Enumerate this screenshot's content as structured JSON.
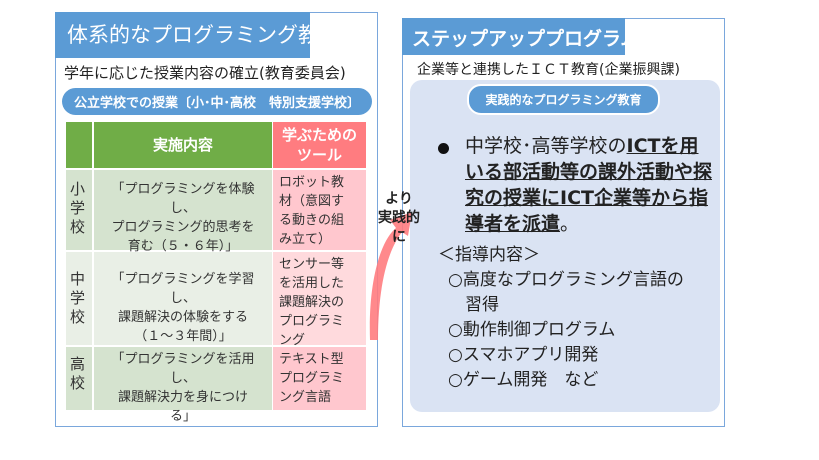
{
  "left": {
    "title": "体系的なプログラミング教育",
    "subtitle": "学年に応じた授業内容の確立(教育委員会)",
    "pill": "公立学校での授業〔小･中･高校　特別支援学校〕",
    "table": {
      "headers": [
        "",
        "実施内容",
        "学ぶための\nツール"
      ],
      "rows": [
        {
          "level": "小\n学\n校",
          "content": "「プログラミングを体験し、\nプログラミング的思考を\n育む（５・６年）」",
          "tool": "ロボット教\n材（意図す\nる動きの組\nみ立て）"
        },
        {
          "level": "中\n学\n校",
          "content": "「プログラミングを学習し、\n課題解決の体験をする\n（１～３年間）」",
          "tool": "センサー等\nを活用した\n課題解決の\nプログラミ\nング"
        },
        {
          "level": "高\n校",
          "content": "「プログラミングを活用し、\n課題解決力を身につけ\nる」",
          "tool": "テキスト型\nプログラミ\nング言語"
        }
      ]
    }
  },
  "arrow": {
    "label": "より\n実践的\nに"
  },
  "right": {
    "title": "ステップアッププログラム",
    "subtitle": "企業等と連携したＩＣＴ教育(企業振興課)",
    "pill": "実践的なプログラミング教育",
    "bullet_plain": "中学校･高等学校の",
    "bullet_bold": "ICTを用いる部活動等の課外活動や探究の授業にICT企業等から指導者を派遣",
    "bullet_end": "。",
    "guidance_header": "＜指導内容＞",
    "items": [
      "○高度なプログラミング言語の\n　習得",
      "○動作制御プログラム",
      "○スマホアプリ開発",
      "○ゲーム開発　など"
    ]
  },
  "colors": {
    "blue": "#5b9bd5",
    "green": "#70ad47",
    "pink": "#ff7c80",
    "light_blue": "#dae3f3"
  }
}
